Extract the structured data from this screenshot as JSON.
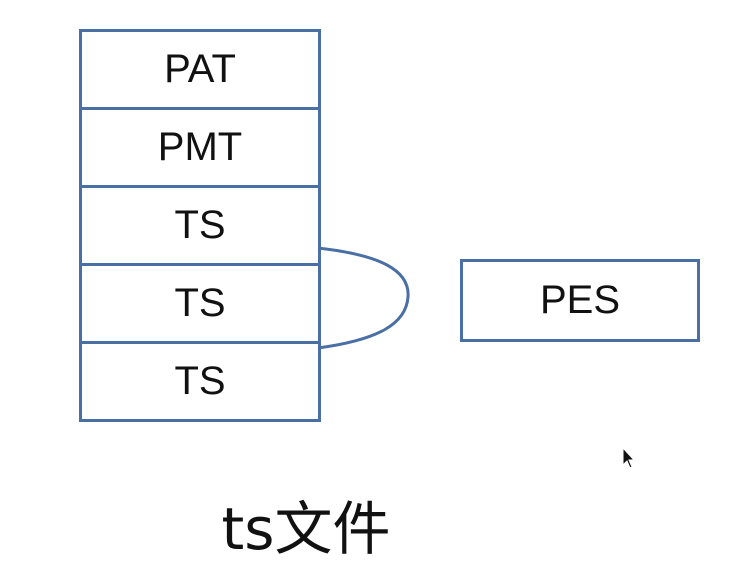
{
  "stack": {
    "items": [
      {
        "label": "PAT"
      },
      {
        "label": "PMT"
      },
      {
        "label": "TS"
      },
      {
        "label": "TS"
      },
      {
        "label": "TS"
      }
    ]
  },
  "pes": {
    "label": "PES"
  },
  "caption": "ts文件",
  "colors": {
    "stroke": "#4a6fa5",
    "text": "#111111",
    "background": "#ffffff"
  },
  "icons": {
    "cursor": "mouse-pointer-icon"
  }
}
